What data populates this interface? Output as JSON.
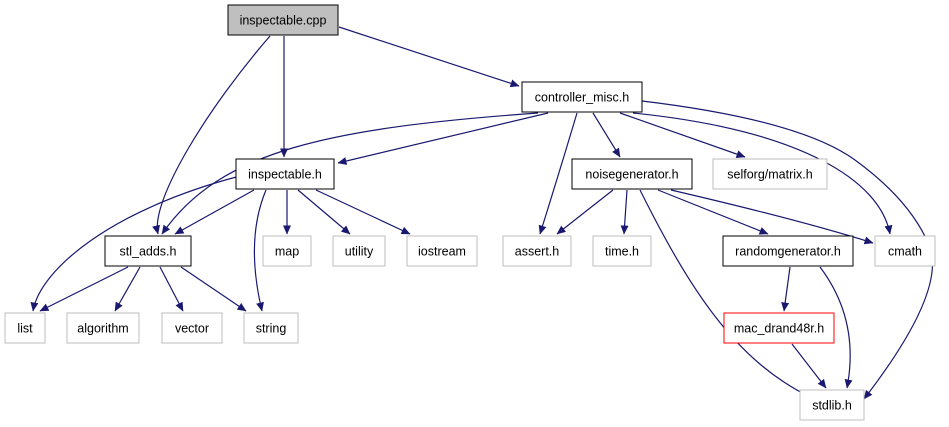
{
  "colors": {
    "edge": "#191970",
    "border_main": "#000000",
    "border_external": "#bfbfbf",
    "border_alert": "#ff0000",
    "fill_root": "#bfbfbf",
    "fill_default": "#ffffff"
  },
  "nodes": [
    {
      "id": "inspectable_cpp",
      "label": "inspectable.cpp",
      "style": "root"
    },
    {
      "id": "controller_misc_h",
      "label": "controller_misc.h",
      "style": "main"
    },
    {
      "id": "inspectable_h",
      "label": "inspectable.h",
      "style": "main"
    },
    {
      "id": "noisegenerator_h",
      "label": "noisegenerator.h",
      "style": "main"
    },
    {
      "id": "selforg_matrix_h",
      "label": "selforg/matrix.h",
      "style": "external"
    },
    {
      "id": "stl_adds_h",
      "label": "stl_adds.h",
      "style": "main"
    },
    {
      "id": "map",
      "label": "map",
      "style": "external"
    },
    {
      "id": "utility",
      "label": "utility",
      "style": "external"
    },
    {
      "id": "iostream",
      "label": "iostream",
      "style": "external"
    },
    {
      "id": "assert_h",
      "label": "assert.h",
      "style": "external"
    },
    {
      "id": "time_h",
      "label": "time.h",
      "style": "external"
    },
    {
      "id": "randomgenerator_h",
      "label": "randomgenerator.h",
      "style": "main"
    },
    {
      "id": "cmath",
      "label": "cmath",
      "style": "external"
    },
    {
      "id": "list",
      "label": "list",
      "style": "external"
    },
    {
      "id": "algorithm",
      "label": "algorithm",
      "style": "external"
    },
    {
      "id": "vector",
      "label": "vector",
      "style": "external"
    },
    {
      "id": "string",
      "label": "string",
      "style": "external"
    },
    {
      "id": "mac_drand48r_h",
      "label": "mac_drand48r.h",
      "style": "alert"
    },
    {
      "id": "stdlib_h",
      "label": "stdlib.h",
      "style": "external"
    }
  ],
  "edges": [
    {
      "from": "inspectable_cpp",
      "to": "controller_misc_h"
    },
    {
      "from": "inspectable_cpp",
      "to": "inspectable_h"
    },
    {
      "from": "inspectable_cpp",
      "to": "stl_adds_h"
    },
    {
      "from": "controller_misc_h",
      "to": "inspectable_h"
    },
    {
      "from": "controller_misc_h",
      "to": "stl_adds_h"
    },
    {
      "from": "controller_misc_h",
      "to": "noisegenerator_h"
    },
    {
      "from": "controller_misc_h",
      "to": "selforg_matrix_h"
    },
    {
      "from": "controller_misc_h",
      "to": "assert_h"
    },
    {
      "from": "controller_misc_h",
      "to": "cmath"
    },
    {
      "from": "controller_misc_h",
      "to": "stdlib_h"
    },
    {
      "from": "inspectable_h",
      "to": "stl_adds_h"
    },
    {
      "from": "inspectable_h",
      "to": "list"
    },
    {
      "from": "inspectable_h",
      "to": "map"
    },
    {
      "from": "inspectable_h",
      "to": "utility"
    },
    {
      "from": "inspectable_h",
      "to": "iostream"
    },
    {
      "from": "inspectable_h",
      "to": "string"
    },
    {
      "from": "stl_adds_h",
      "to": "list"
    },
    {
      "from": "stl_adds_h",
      "to": "algorithm"
    },
    {
      "from": "stl_adds_h",
      "to": "vector"
    },
    {
      "from": "stl_adds_h",
      "to": "string"
    },
    {
      "from": "noisegenerator_h",
      "to": "assert_h"
    },
    {
      "from": "noisegenerator_h",
      "to": "time_h"
    },
    {
      "from": "noisegenerator_h",
      "to": "randomgenerator_h"
    },
    {
      "from": "noisegenerator_h",
      "to": "cmath"
    },
    {
      "from": "noisegenerator_h",
      "to": "stdlib_h"
    },
    {
      "from": "randomgenerator_h",
      "to": "mac_drand48r_h"
    },
    {
      "from": "randomgenerator_h",
      "to": "stdlib_h"
    },
    {
      "from": "mac_drand48r_h",
      "to": "stdlib_h"
    }
  ]
}
